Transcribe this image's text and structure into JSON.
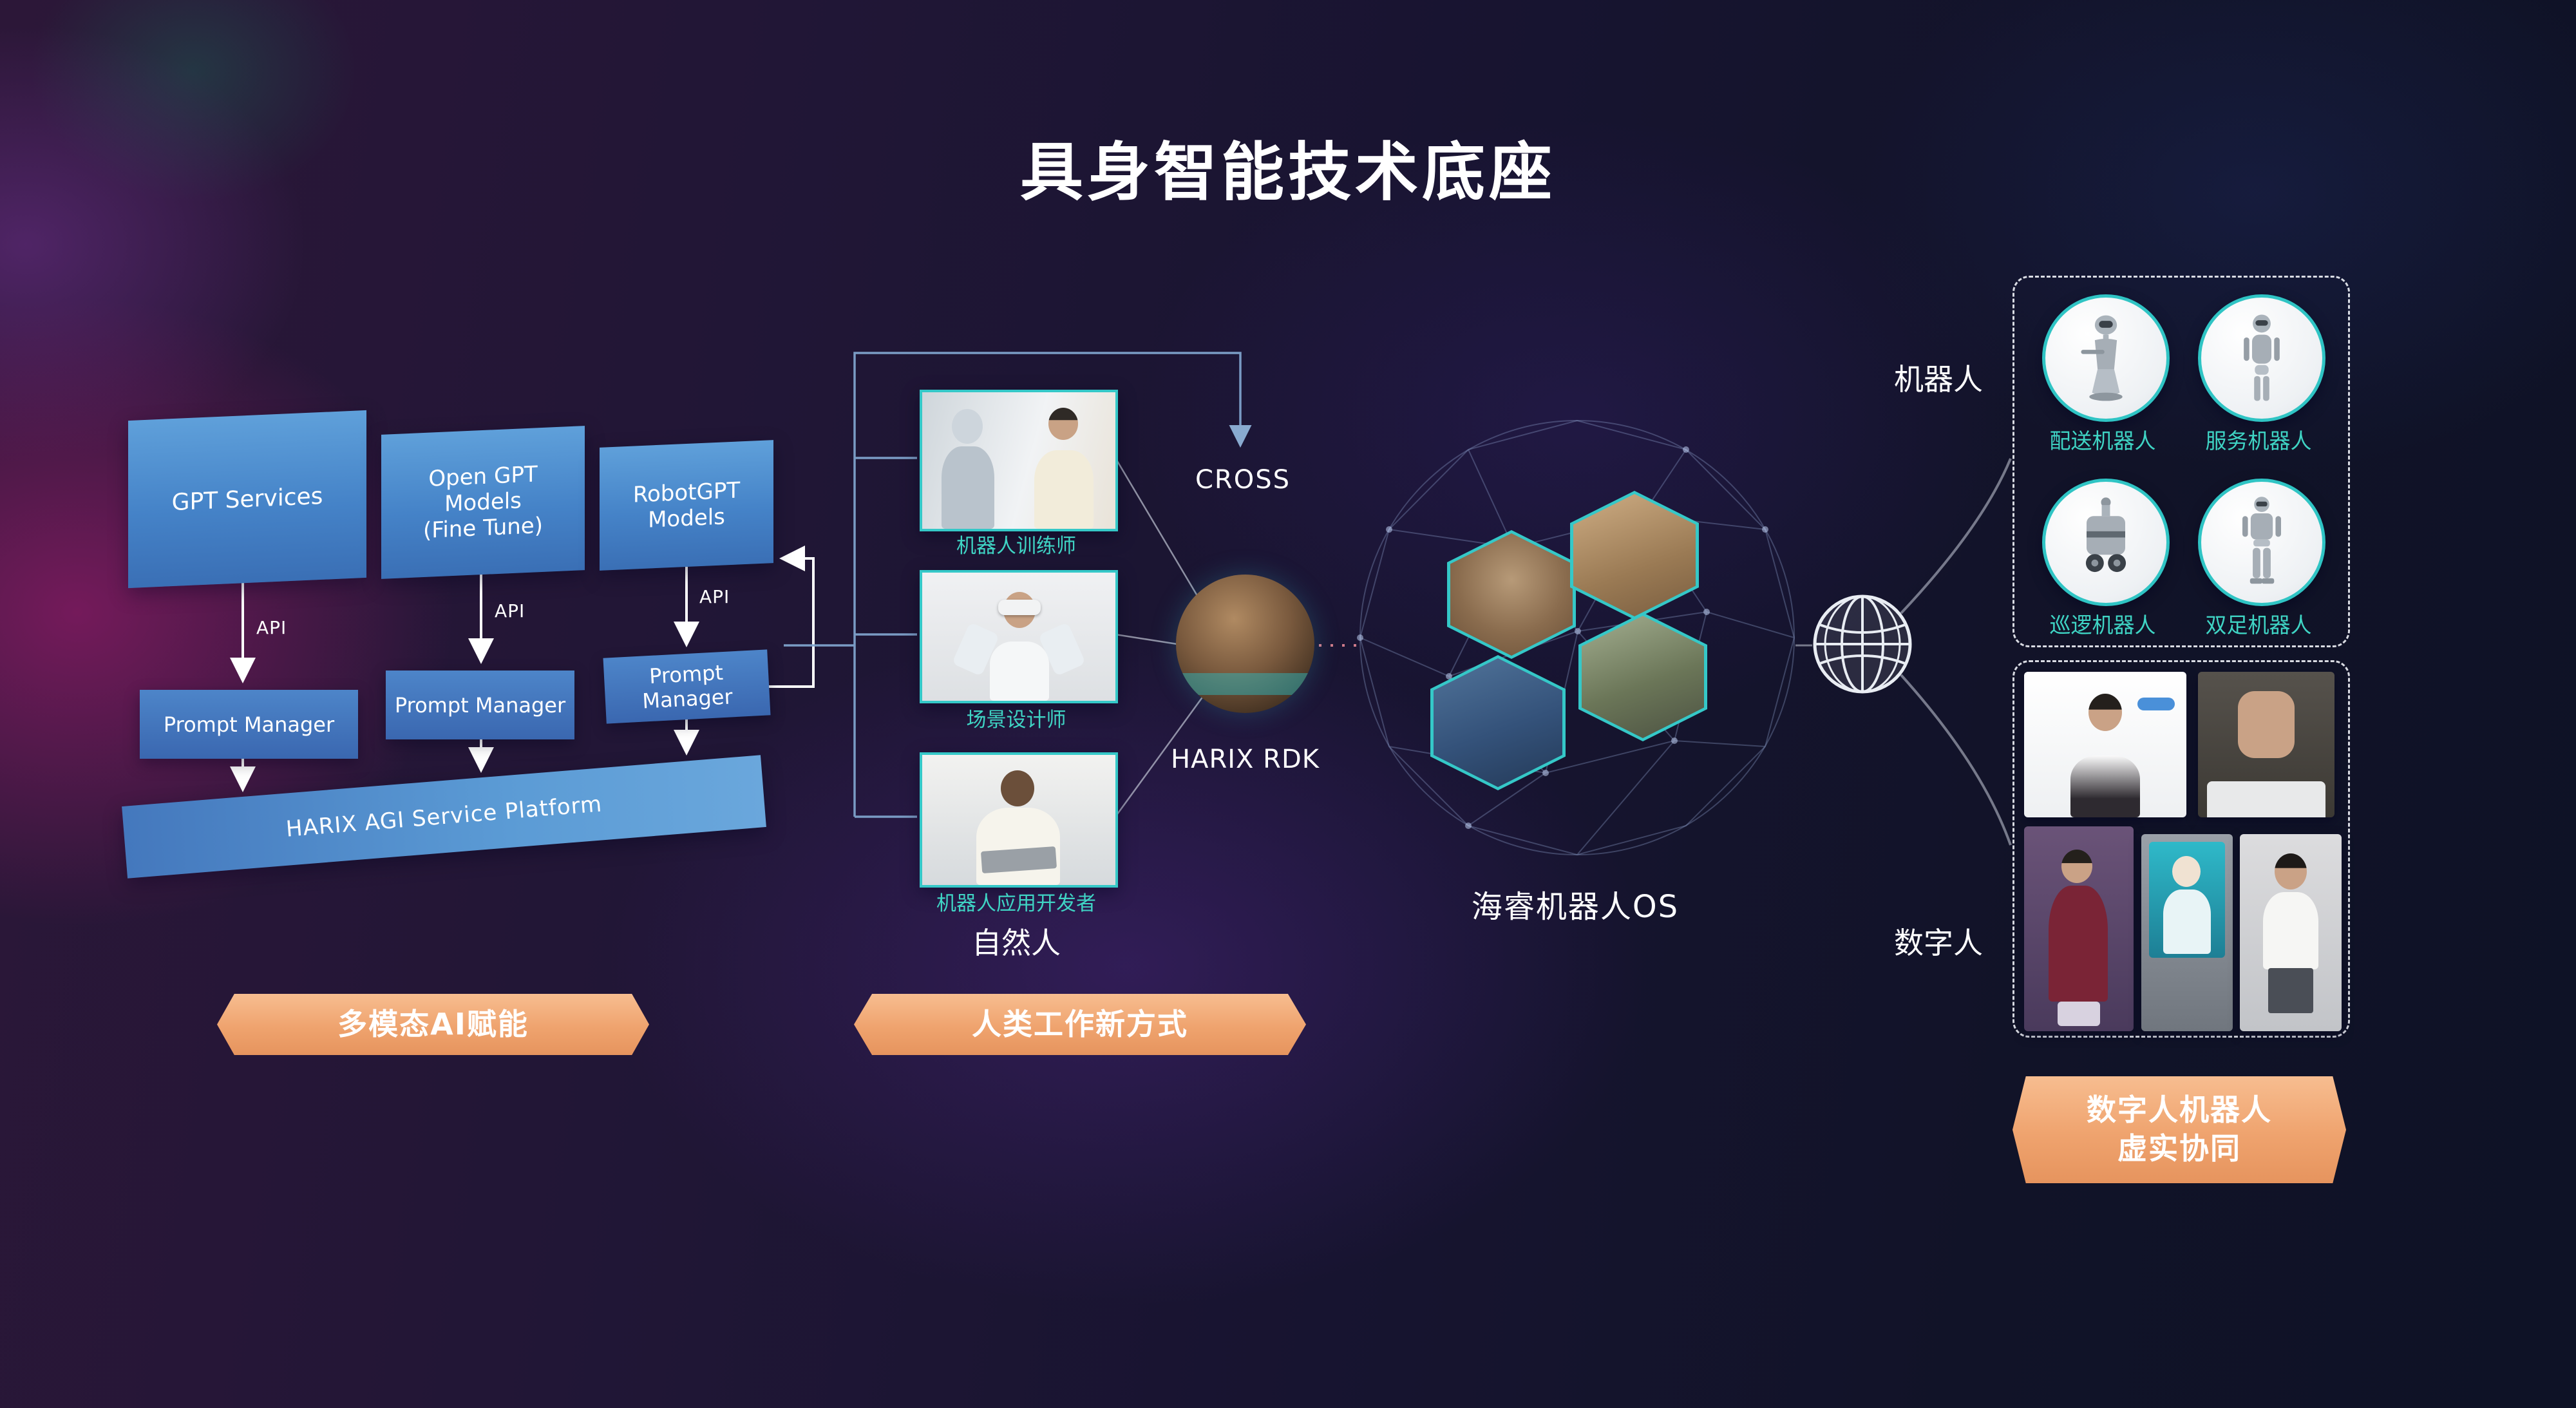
{
  "title": "具身智能技术底座",
  "left": {
    "boxes": [
      {
        "label": "GPT Services"
      },
      {
        "label": "Open GPT\nModels\n(Fine Tune)"
      },
      {
        "label": "RobotGPT\nModels"
      }
    ],
    "api": "API",
    "prompt_manager": "Prompt Manager",
    "platform": "HARIX AGI Service Platform",
    "banner": "多模态AI赋能"
  },
  "middle": {
    "photos": [
      {
        "caption": "机器人训练师"
      },
      {
        "caption": "场景设计师"
      },
      {
        "caption": "机器人应用开发者"
      }
    ],
    "natural_label": "自然人",
    "cross": "CROSS",
    "rdk": "HARIX RDK",
    "banner": "人类工作新方式"
  },
  "os": {
    "label": "海睿机器人OS"
  },
  "right": {
    "robots_label": "机器人",
    "robot_items": [
      {
        "caption": "配送机器人"
      },
      {
        "caption": "服务机器人"
      },
      {
        "caption": "巡逻机器人"
      },
      {
        "caption": "双足机器人"
      }
    ],
    "digital_label": "数字人",
    "banner": "数字人机器人\n虚实协同"
  },
  "colors": {
    "banner_orange": "#efa36e",
    "box_blue": "#4583c8",
    "prompt_blue": "#3a67b0",
    "teal_accent": "#2fc4c4",
    "caption_teal": "#3fd4c4",
    "connector_blue": "#7fa3cc",
    "background_dark": "#171430"
  }
}
